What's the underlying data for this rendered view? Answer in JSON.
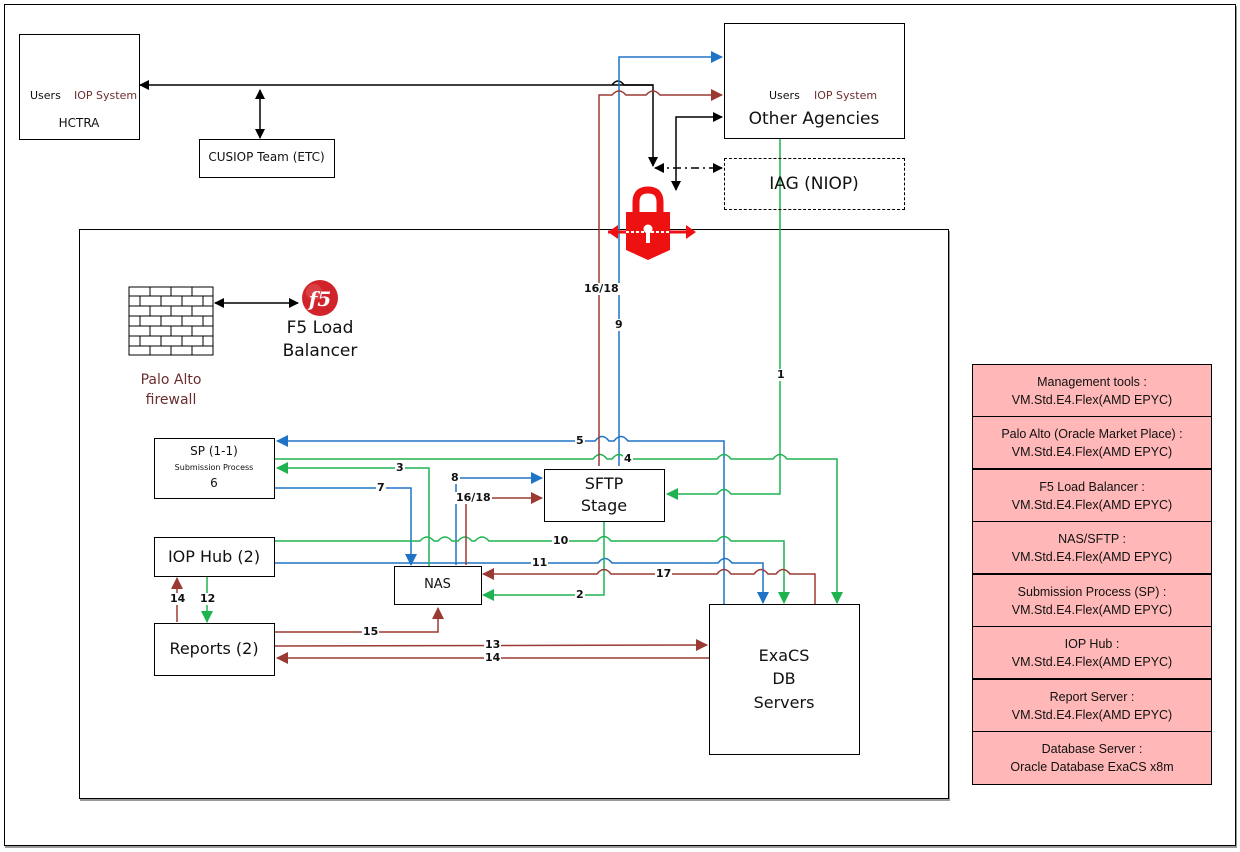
{
  "hctra": {
    "users_label": "Users",
    "iop_label": "IOP System",
    "title": "HCTRA"
  },
  "cusiop": {
    "label": "CUSIOP Team (ETC)"
  },
  "other_agencies": {
    "users_label": "Users",
    "iop_label": "IOP System",
    "title": "Other Agencies"
  },
  "iag": {
    "label": "IAG (NIOP)"
  },
  "firewall": {
    "label_line1": "Palo Alto",
    "label_line2": "firewall"
  },
  "f5": {
    "label_line1": "F5 Load",
    "label_line2": "Balancer",
    "logo_text": "f5"
  },
  "sp": {
    "title": "SP (1-1)",
    "subtitle": "Submission Process",
    "count": "6"
  },
  "iop_hub": {
    "label": "IOP Hub (2)"
  },
  "reports": {
    "label": "Reports (2)"
  },
  "nas": {
    "label": "NAS"
  },
  "sftp": {
    "line1": "SFTP",
    "line2": "Stage"
  },
  "exacs": {
    "line1": "ExaCS",
    "line2": "DB",
    "line3": "Servers"
  },
  "flows": {
    "f1": "1",
    "f2": "2",
    "f3": "3",
    "f4": "4",
    "f5": "5",
    "f7": "7",
    "f8": "8",
    "f9": "9",
    "f10": "10",
    "f11": "11",
    "f12": "12",
    "f13": "13",
    "f14a": "14",
    "f14b": "14",
    "f15": "15",
    "f17": "17",
    "f1618a": "16/18",
    "f1618b": "16/18"
  },
  "colors": {
    "blue": "#1f73c4",
    "green": "#1fb350",
    "maroon": "#9b3a33",
    "lock_red": "#ee1111",
    "spec_fill": "#ffb7b7"
  },
  "specs": [
    {
      "name": "Management tools :",
      "value": "VM.Std.E4.Flex(AMD EPYC)"
    },
    {
      "name": "Palo Alto (Oracle Market Place) :",
      "value": "VM.Std.E4.Flex(AMD EPYC)"
    },
    {
      "name": "F5 Load Balancer :",
      "value": "VM.Std.E4.Flex(AMD EPYC)"
    },
    {
      "name": "NAS/SFTP :",
      "value": "VM.Std.E4.Flex(AMD EPYC)"
    },
    {
      "name": "Submission Process (SP) :",
      "value": "VM.Std.E4.Flex(AMD EPYC)"
    },
    {
      "name": "IOP Hub :",
      "value": "VM.Std.E4.Flex(AMD EPYC)"
    },
    {
      "name": "Report Server :",
      "value": "VM.Std.E4.Flex(AMD EPYC)"
    },
    {
      "name": "Database Server :",
      "value": "Oracle Database ExaCS x8m"
    }
  ]
}
